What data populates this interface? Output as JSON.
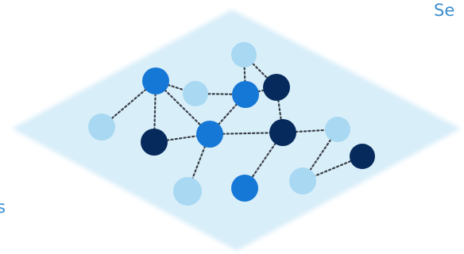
{
  "labels": {
    "top_right": "Se",
    "left": "s"
  },
  "colors": {
    "background": "#ffffff",
    "plane": "#d8eef9",
    "edge": "#3a4048",
    "text": "#3b8fd0",
    "light_blue": "#a8d8f2",
    "mid_blue": "#1577d6",
    "dark_navy": "#072a5c"
  },
  "nodes": [
    {
      "id": "n1",
      "color": "mid_blue"
    },
    {
      "id": "n2",
      "color": "light_blue"
    },
    {
      "id": "n3",
      "color": "light_blue"
    },
    {
      "id": "n4",
      "color": "mid_blue"
    },
    {
      "id": "n5",
      "color": "dark_navy"
    },
    {
      "id": "n6",
      "color": "light_blue"
    },
    {
      "id": "n7",
      "color": "dark_navy"
    },
    {
      "id": "n8",
      "color": "mid_blue"
    },
    {
      "id": "n9",
      "color": "dark_navy"
    },
    {
      "id": "n10",
      "color": "light_blue"
    },
    {
      "id": "n11",
      "color": "dark_navy"
    },
    {
      "id": "n12",
      "color": "light_blue"
    },
    {
      "id": "n13",
      "color": "mid_blue"
    },
    {
      "id": "n14",
      "color": "light_blue"
    }
  ],
  "edges": [
    [
      "n1",
      "n2"
    ],
    [
      "n1",
      "n6"
    ],
    [
      "n1",
      "n7"
    ],
    [
      "n1",
      "n8"
    ],
    [
      "n2",
      "n4"
    ],
    [
      "n3",
      "n4"
    ],
    [
      "n3",
      "n5"
    ],
    [
      "n4",
      "n5"
    ],
    [
      "n4",
      "n8"
    ],
    [
      "n5",
      "n9"
    ],
    [
      "n7",
      "n8"
    ],
    [
      "n8",
      "n9"
    ],
    [
      "n8",
      "n12"
    ],
    [
      "n9",
      "n10"
    ],
    [
      "n9",
      "n13"
    ],
    [
      "n10",
      "n14"
    ],
    [
      "n11",
      "n14"
    ]
  ]
}
